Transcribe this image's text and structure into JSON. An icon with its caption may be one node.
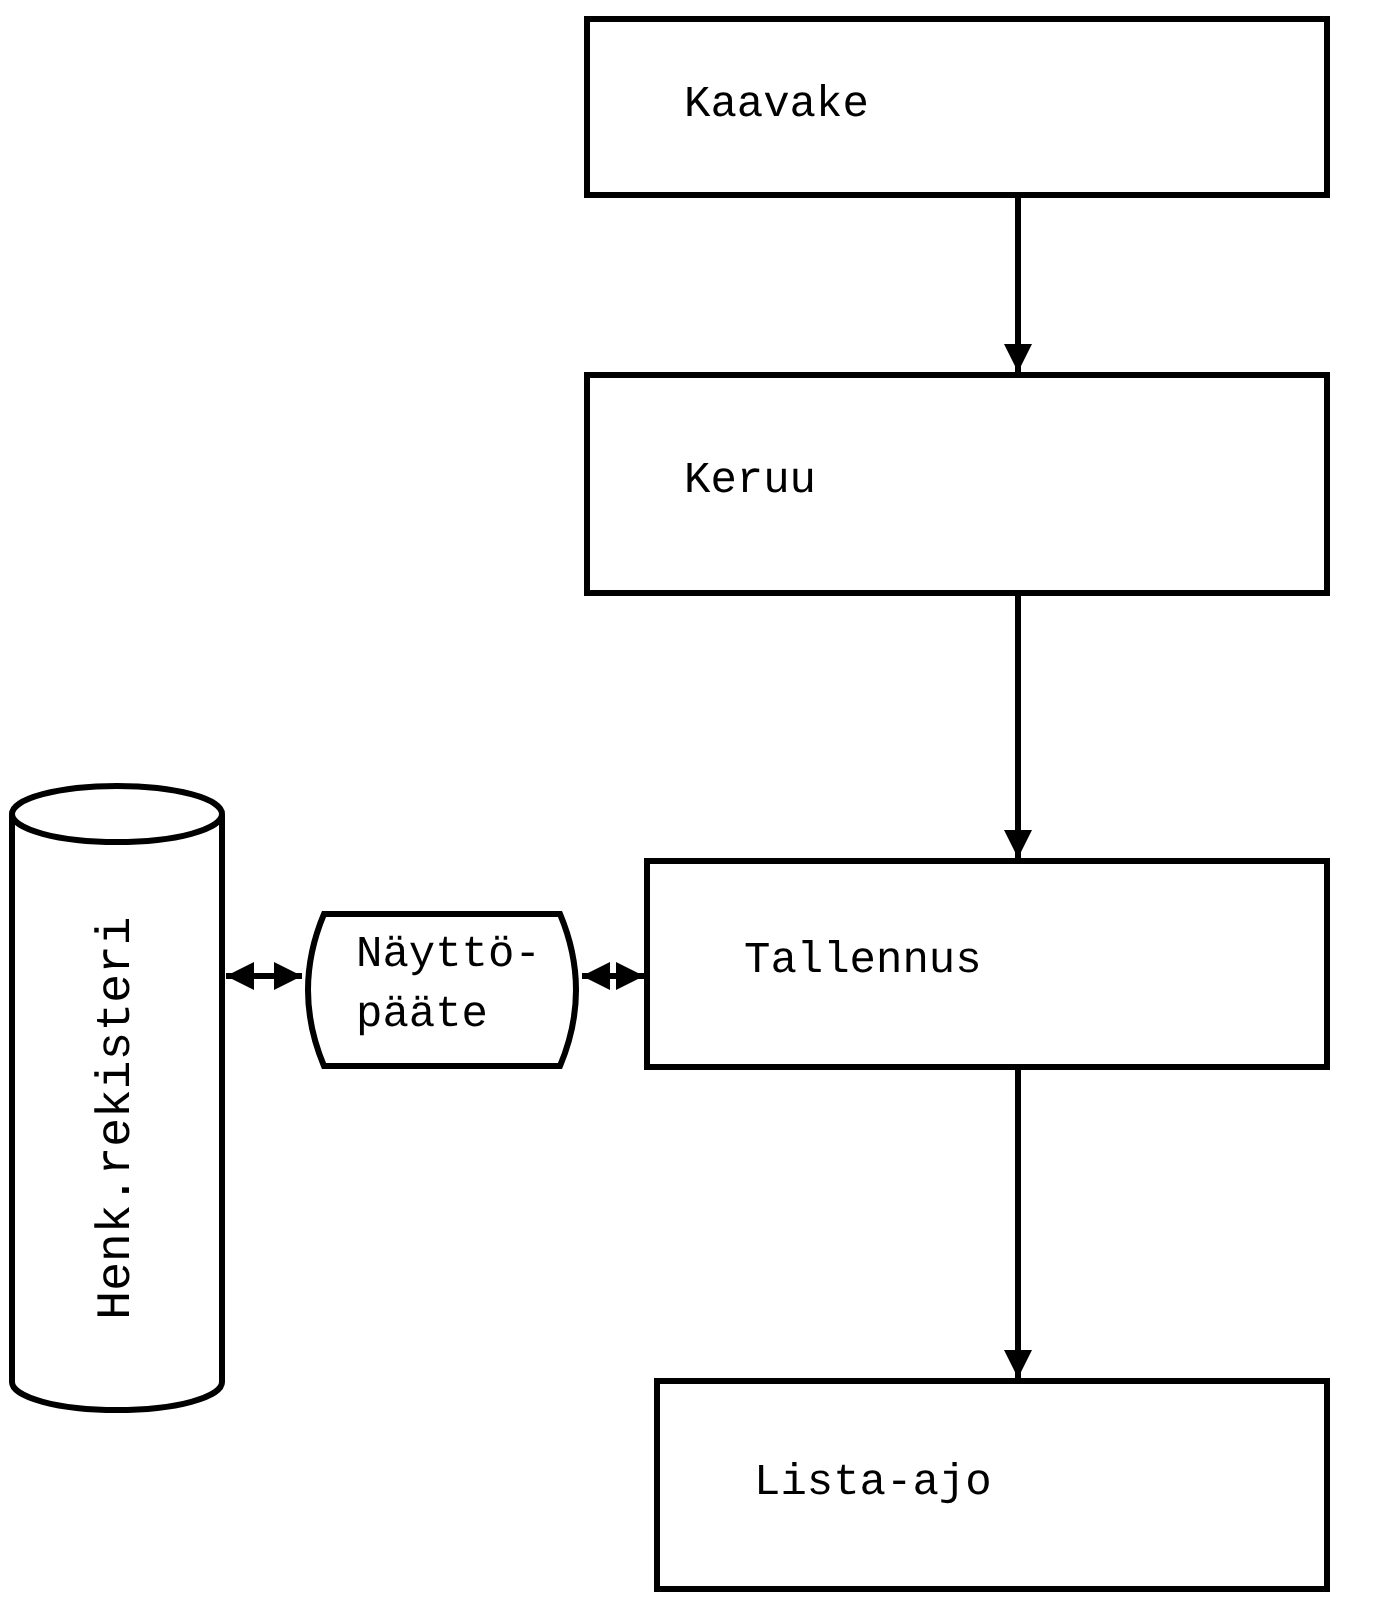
{
  "diagram": {
    "nodes": [
      {
        "text": [
          "Kaavake"
        ]
      },
      {
        "text": [
          "Keruu"
        ]
      },
      {
        "text": [
          "Tallennus"
        ]
      },
      {
        "text": [
          "Lista-ajo"
        ]
      },
      {
        "text": [
          "Henk.rekisteri"
        ]
      },
      {
        "text": [
          "Näyttö- pääte"
        ]
      }
    ],
    "edges": [
      {
        "from": 0,
        "to": 1,
        "arrow": "to"
      },
      {
        "from": 1,
        "to": 2,
        "arrow": "to"
      },
      {
        "from": 2,
        "to": 3,
        "arrow": "to"
      },
      {
        "from": 4,
        "to": 5,
        "arrow": "both"
      },
      {
        "from": 5,
        "to": 2,
        "arrow": "both"
      }
    ]
  }
}
